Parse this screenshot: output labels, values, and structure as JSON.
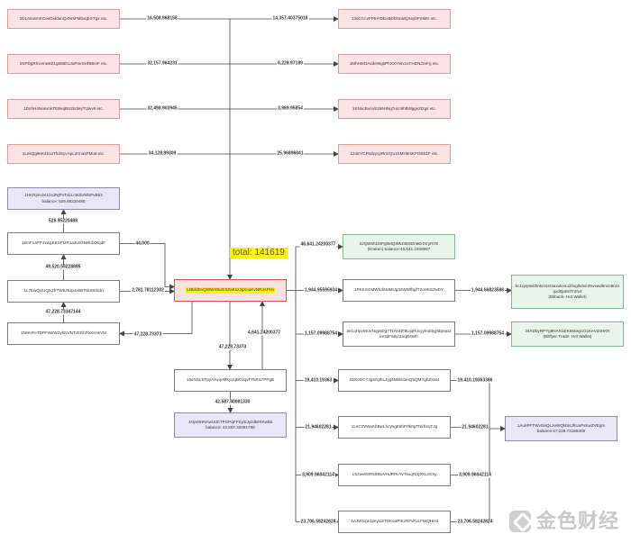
{
  "total_label": "total: 141619",
  "watermark": {
    "text": "金色财经",
    "logo": "jinse-logo-icon"
  },
  "colors": {
    "pink": "#fde4e4",
    "lavender": "#e8e6f7",
    "green": "#e8f5ea",
    "highlight": "#fff200",
    "center_border": "#d9534f"
  },
  "nodes": [
    {
      "id": "l1",
      "style": "pink",
      "lines": [
        "1D1AtvwmKCeeDiddonQxNrkFMbvqbGTgx etc."
      ]
    },
    {
      "id": "l2",
      "style": "pink",
      "lines": [
        "1NPDgRhxvmw8Z1g6kBh1JaPmrSHfB8rvF etc."
      ]
    },
    {
      "id": "l3",
      "style": "pink",
      "lines": [
        "1DnhH4NasvnkTEBvqBS2tx3eyTtJwv9 etc."
      ]
    },
    {
      "id": "l4",
      "style": "pink",
      "lines": [
        "1LekQg9eK4b1xThdSyvApL2rmasPMu8 etc."
      ]
    },
    {
      "id": "r1",
      "style": "pink",
      "lines": [
        "13oCCcvFP5YrDExBDhNcwEjXeybFmMK etc."
      ]
    },
    {
      "id": "r2",
      "style": "pink",
      "lines": [
        "1MhH9rDAvdeWg5PhXXYWx1sTHDNJzvFg etc."
      ]
    },
    {
      "id": "r3",
      "style": "pink",
      "lines": [
        "1KNucBvAx5159HNg7ucc9hBr8ggv2t2gs etc."
      ]
    },
    {
      "id": "r4",
      "style": "pink",
      "lines": [
        "12oEYCF5dvycpRnVQu1SMH9mKFDEE1F etc."
      ]
    },
    {
      "id": "lb",
      "style": "lav",
      "lines": [
        "1HKRpm1K12xJNjPnTdcLc8dSrMSPvBb2",
        "balance: 526.95220488"
      ]
    },
    {
      "id": "la",
      "style": "white",
      "lines": [
        "16mF1SFPJxwgKKSFt2R1a2uS3NrEdXXqdF"
      ]
    },
    {
      "id": "lc",
      "style": "white",
      "lines": [
        "1L7EwQSUQXZfrTW6J9Jp4xkBTsbS8ckdn"
      ]
    },
    {
      "id": "ld",
      "style": "white",
      "lines": [
        "1NHHFeTDPFsWW2yhNVNTzEEhFbXsHsVM"
      ]
    },
    {
      "id": "c",
      "style": "center",
      "lines": [
        "1JBddDvQWWX9oGXZaKkzJgXeaKvNRJAPHx"
      ]
    },
    {
      "id": "b1",
      "style": "white",
      "lines": [
        "16eNSLEFpyAAvqeMkyvLjBCvqvFTkRS7PPgB"
      ]
    },
    {
      "id": "b2",
      "style": "lav",
      "lines": [
        "1Nyv8HNAwUdC7PGPqFFSy3iJyzdBrKKw5b",
        "balance: 42,587.40081799"
      ]
    },
    {
      "id": "m1",
      "style": "green",
      "lines": [
        "3JQW6h1t6Pg5MQWk23E8Dn6ErtXryRYE",
        "(Kraken) balance:46,641.2400967"
      ]
    },
    {
      "id": "m2",
      "style": "white",
      "lines": [
        "1PKKSGMWbdSMMUg32WWfbgfT2oHK5ztxDY"
      ]
    },
    {
      "id": "m3",
      "style": "white",
      "lines": [
        "3e1qHpvWuVNqpsDg7TLNr2Zt8UjqRocyyhobbyj6bpwp2",
        "ke3dF55yrZuqR4Wh"
      ]
    },
    {
      "id": "f1",
      "style": "green",
      "lines": [
        "bc1qvy9s0fmkrzs3r4axukxnu2hxglkdxmRwxwd9ncn8nzz",
        "qxd6jutlsl7r4fv4",
        "(Bitbank- Hot Wallet)"
      ]
    },
    {
      "id": "f2",
      "style": "green",
      "lines": [
        "34XDbyRPYg9NAN1EK8skwyoG1KeVd4HKR",
        "(Bitflyer Trade- Hot Wallet)"
      ]
    },
    {
      "id": "g1",
      "style": "white",
      "lines": [
        "1DKeDCTJgSNjthLJyg4Mbtsi1inQ5QMYgbZsHi4"
      ]
    },
    {
      "id": "g2",
      "style": "white",
      "lines": [
        "1LsC3VWeKbBwLhcyngE5hPrtk9gTNkfUsjTJg"
      ]
    },
    {
      "id": "g3",
      "style": "white",
      "lines": [
        "1S2wv8SR5hBwVHdRRvYvTkuqNSj9XLoSXy"
      ]
    },
    {
      "id": "g4",
      "style": "white",
      "lines": [
        "1wJWGgs1peyUZTDKeaPtKcRFvFucFWQHHd"
      ]
    },
    {
      "id": "h",
      "style": "lav",
      "lines": [
        "1AunPFTWvGeQLzeWQNSsJhUuPsKwZVEgm",
        "balance:47,228.73155409"
      ]
    }
  ],
  "edges": [
    {
      "id": "e-l1",
      "label": "16,508.968158"
    },
    {
      "id": "e-l2",
      "label": "32,157.964231"
    },
    {
      "id": "e-l3",
      "label": "32,498.903945"
    },
    {
      "id": "e-l4",
      "label": "34,128.89309"
    },
    {
      "id": "e-r1",
      "label": "14,357.40375018"
    },
    {
      "id": "e-r2",
      "label": "6,228.97189"
    },
    {
      "id": "e-r3",
      "label": "3,989.95854"
    },
    {
      "id": "e-r4",
      "label": "25.96896841"
    },
    {
      "id": "e-la-lb",
      "label": "526.95220488"
    },
    {
      "id": "e-lc-la",
      "label": "49,520.59228895"
    },
    {
      "id": "e-ld-lc",
      "label": "47,228.73347144"
    },
    {
      "id": "e-la-c",
      "label": "44,000"
    },
    {
      "id": "e-lc-c",
      "label": "2,781.78112302"
    },
    {
      "id": "e-c-ld",
      "label": "47,228.73373"
    },
    {
      "id": "e-c-b1",
      "label": "47,228.73373"
    },
    {
      "id": "e-b1-c",
      "label": "4,641.24200377"
    },
    {
      "id": "e-b1-b2",
      "label": "42,587.40081330"
    },
    {
      "id": "e-c-m1",
      "label": "46,641.24200377"
    },
    {
      "id": "e-c-m2",
      "label": "1,944.95595934"
    },
    {
      "id": "e-c-m3",
      "label": "1,157.09988754"
    },
    {
      "id": "e-m2-f1",
      "label": "1,944.66823586"
    },
    {
      "id": "e-m3-f2",
      "label": "1,157.09988754"
    },
    {
      "id": "e-c-g1",
      "label": "19,410.19363"
    },
    {
      "id": "e-c-g2",
      "label": "21.94602281"
    },
    {
      "id": "e-c-g3",
      "label": "3,909.96042114"
    },
    {
      "id": "e-c-g4",
      "label": "23,706.58242824"
    },
    {
      "id": "e-g1-h",
      "label": "19,410.19363386"
    },
    {
      "id": "e-g2-h",
      "label": "21.94602281"
    },
    {
      "id": "e-g3-h",
      "label": "3,909.96042114"
    },
    {
      "id": "e-g4-h",
      "label": "23,706.58242824"
    }
  ]
}
